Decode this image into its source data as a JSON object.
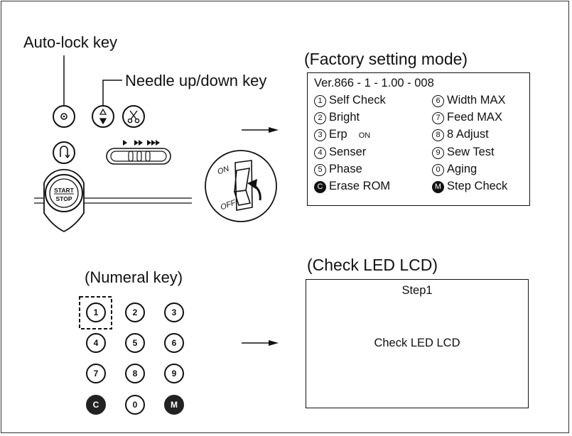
{
  "labels": {
    "auto_lock_key": "Auto-lock key",
    "needle_key": "Needle up/down key",
    "factory_mode": "(Factory setting mode)",
    "numeral_key": "(Numeral key)",
    "check_led_title": "(Check LED LCD)"
  },
  "panel": {
    "start": "START",
    "stop": "STOP",
    "switch_on": "ON",
    "switch_off": "OFF"
  },
  "factory_box": {
    "version": "Ver.866 - 1 - 1.00 - 008",
    "items_left": [
      {
        "num": "1",
        "label": "Self Check"
      },
      {
        "num": "2",
        "label": "Bright"
      },
      {
        "num": "3",
        "label": "Erp",
        "extra": "ON"
      },
      {
        "num": "4",
        "label": "Senser"
      },
      {
        "num": "5",
        "label": "Phase"
      },
      {
        "num": "C",
        "label": "Erase ROM",
        "dark": true
      }
    ],
    "items_right": [
      {
        "num": "6",
        "label": "Width MAX"
      },
      {
        "num": "7",
        "label": "Feed MAX"
      },
      {
        "num": "8",
        "label": "8 Adjust"
      },
      {
        "num": "9",
        "label": "Sew Test"
      },
      {
        "num": "0",
        "label": "Aging"
      },
      {
        "num": "M",
        "label": "Step Check",
        "dark": true
      }
    ]
  },
  "numpad": {
    "rows": [
      [
        "1",
        "2",
        "3"
      ],
      [
        "4",
        "5",
        "6"
      ],
      [
        "7",
        "8",
        "9"
      ],
      [
        "C",
        "0",
        "M"
      ]
    ]
  },
  "check_box": {
    "step": "Step1",
    "message": "Check LED LCD"
  }
}
